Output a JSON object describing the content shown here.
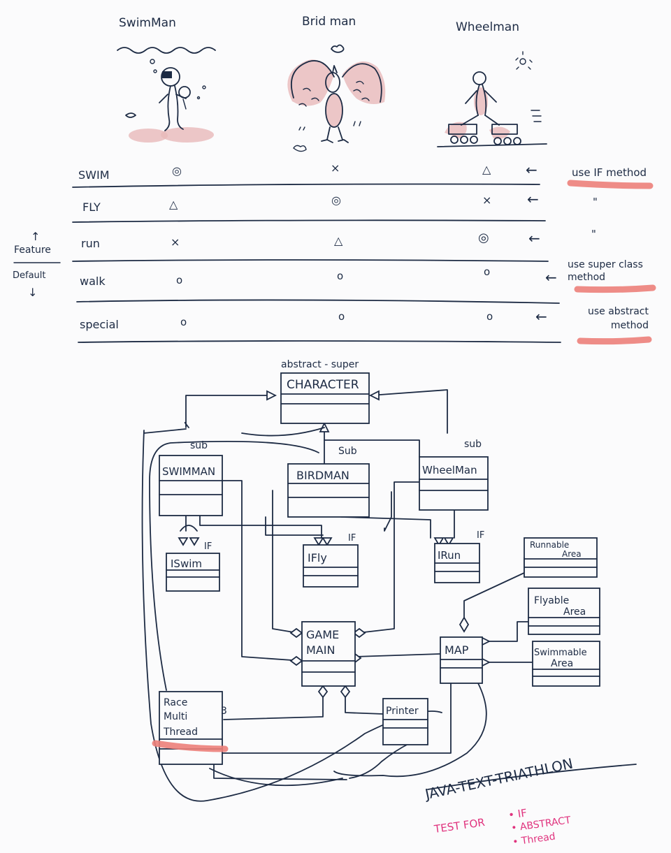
{
  "characters": [
    {
      "name": "SwimMan",
      "icon": "swimmer-figure-icon"
    },
    {
      "name": "Brid man",
      "icon": "birdman-figure-icon"
    },
    {
      "name": "Wheelman",
      "icon": "wheelman-figure-icon"
    }
  ],
  "table": {
    "rows": [
      {
        "label": "SWIM",
        "cells": [
          "◎",
          "×",
          "△"
        ],
        "note": "use IF method"
      },
      {
        "label": "FLY",
        "cells": [
          "△",
          "◎",
          "×"
        ],
        "note": "\""
      },
      {
        "label": "run",
        "cells": [
          "×",
          "△",
          "◎"
        ],
        "note": "\""
      },
      {
        "label": "walk",
        "cells": [
          "o",
          "o",
          "o"
        ],
        "note": "use super class method"
      },
      {
        "label": "special",
        "cells": [
          "o",
          "o",
          "o"
        ],
        "note": "use abstract method"
      }
    ],
    "feature_label": "Feature",
    "default_label": "Default"
  },
  "uml": {
    "character": {
      "stereotype": "abstract - super",
      "name": "CHARACTER"
    },
    "swimman": {
      "name": "SWIMMAN",
      "tag": "sub"
    },
    "birdman": {
      "name": "BIRDMAN",
      "tag": "Sub"
    },
    "wheelman": {
      "name": "WheelMan",
      "tag": "sub"
    },
    "iswim": {
      "name": "ISwim",
      "tag": "IF"
    },
    "ifly": {
      "name": "IFly",
      "tag": "IF"
    },
    "irun": {
      "name": "IRun",
      "tag": "IF"
    },
    "gamemain": {
      "name_line1": "GAME",
      "name_line2": "MAIN"
    },
    "map": {
      "name": "MAP"
    },
    "runnable": {
      "name_line1": "Runnable",
      "name_line2": "Area"
    },
    "flyable": {
      "name_line1": "Flyable",
      "name_line2": "Area"
    },
    "swimmable": {
      "name_line1": "Swimmable",
      "name_line2": "Area"
    },
    "race": {
      "line1": "Race",
      "line2": "Multi",
      "line3": "Thread",
      "multiplicity": "3"
    },
    "printer": {
      "name": "Printer"
    }
  },
  "title": "JAVA-TEXT-TRIATHLON",
  "test_for": {
    "label": "TEST FOR",
    "items": [
      "IF",
      "ABSTRACT",
      "Thread"
    ]
  }
}
